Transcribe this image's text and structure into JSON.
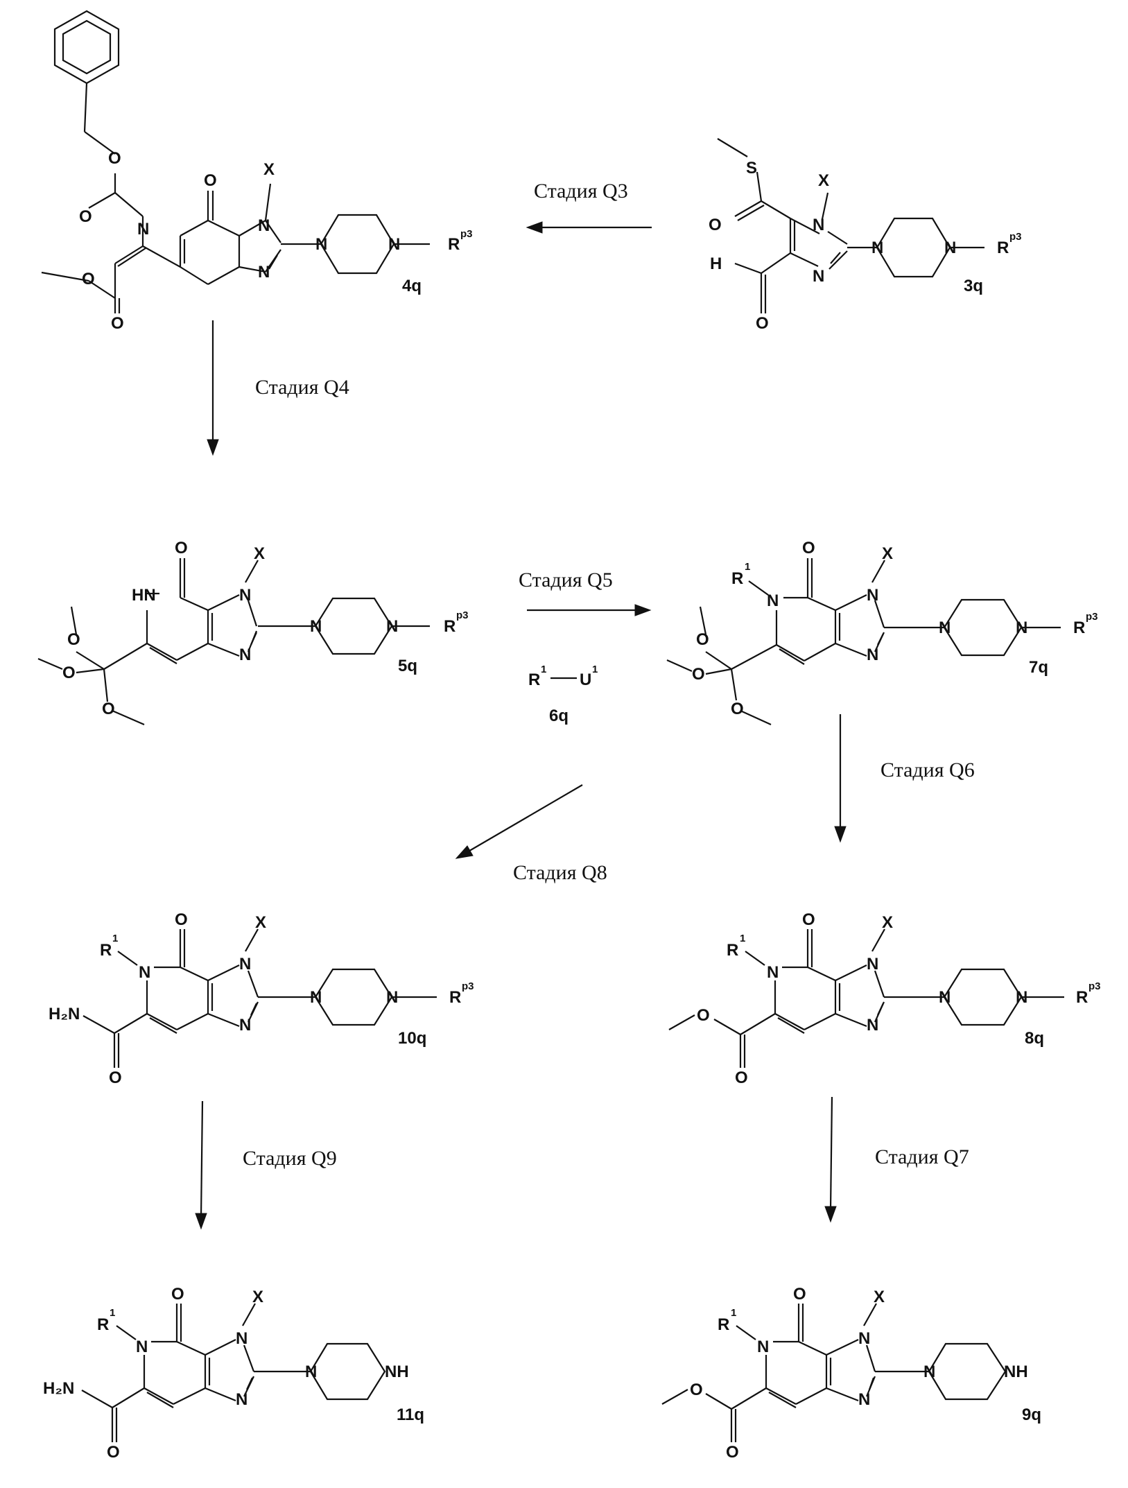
{
  "labels": {
    "O": "O",
    "N": "N",
    "S": "S",
    "H": "H",
    "HN": "HN",
    "NH": "NH",
    "H2N": "H₂N",
    "X": "X",
    "R": "R",
    "p3": "p3",
    "one": "1",
    "U": "U"
  },
  "compounds": {
    "c3q": "3q",
    "c4q": "4q",
    "c5q": "5q",
    "c6q": "6q",
    "c7q": "7q",
    "c8q": "8q",
    "c9q": "9q",
    "c10q": "10q",
    "c11q": "11q"
  },
  "steps": {
    "q3": "Стадия Q3",
    "q4": "Стадия Q4",
    "q5": "Стадия Q5",
    "q6": "Стадия Q6",
    "q7": "Стадия Q7",
    "q8": "Стадия Q8",
    "q9": "Стадия Q9"
  },
  "colors": {
    "ink": "#111111",
    "background": "#ffffff"
  }
}
